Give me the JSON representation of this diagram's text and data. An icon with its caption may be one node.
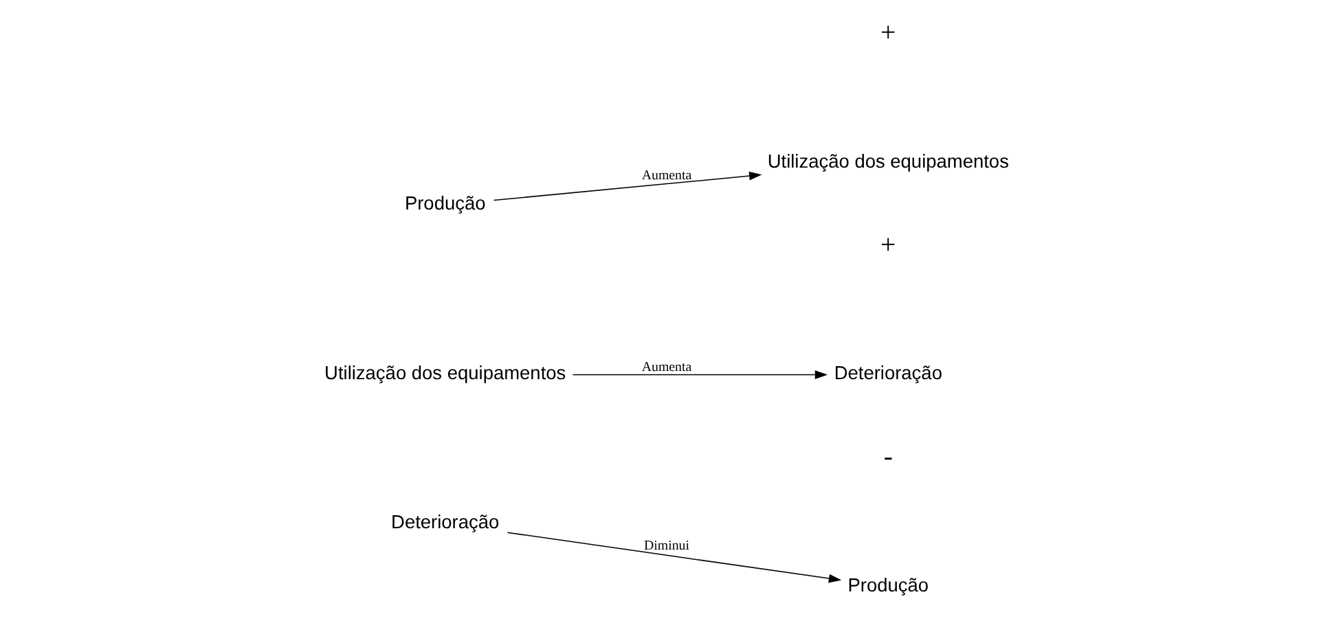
{
  "diagram": {
    "nodes": [
      {
        "text": [
          "Produção"
        ]
      },
      {
        "text": [
          "Utilização dos equipamentos"
        ]
      },
      {
        "text": [
          "Utilização dos equipamentos"
        ]
      },
      {
        "text": [
          "Deterioração"
        ]
      },
      {
        "text": [
          "Deterioração"
        ]
      },
      {
        "text": [
          "Produção"
        ]
      }
    ],
    "edges": [
      {
        "from": 0,
        "to": 1,
        "arrow": "to",
        "label": "Aumenta"
      },
      {
        "from": 2,
        "to": 3,
        "arrow": "to",
        "label": "Aumenta"
      },
      {
        "from": 4,
        "to": 5,
        "arrow": "to",
        "label": "Diminui"
      }
    ],
    "labels": [
      "+",
      "+",
      "-"
    ]
  }
}
